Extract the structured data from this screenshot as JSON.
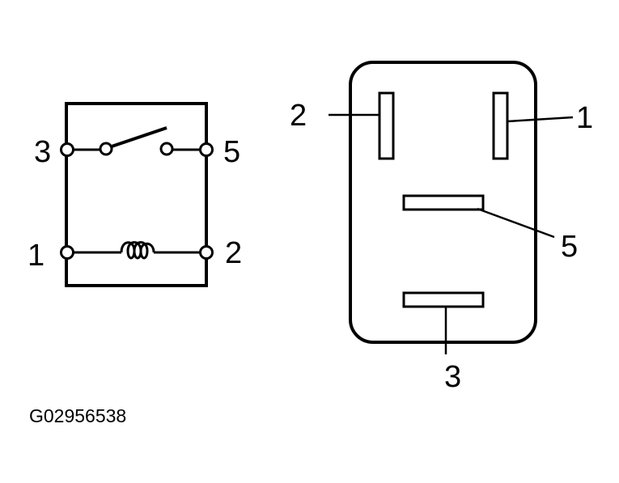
{
  "schematic": {
    "terminals": {
      "t3": "3",
      "t5": "5",
      "t1": "1",
      "t2": "2"
    }
  },
  "connector": {
    "pins": {
      "p2": "2",
      "p1": "1",
      "p5": "5",
      "p3": "3"
    }
  },
  "figure_code": "G02956538",
  "colors": {
    "line": "#000000",
    "background": "#ffffff"
  }
}
